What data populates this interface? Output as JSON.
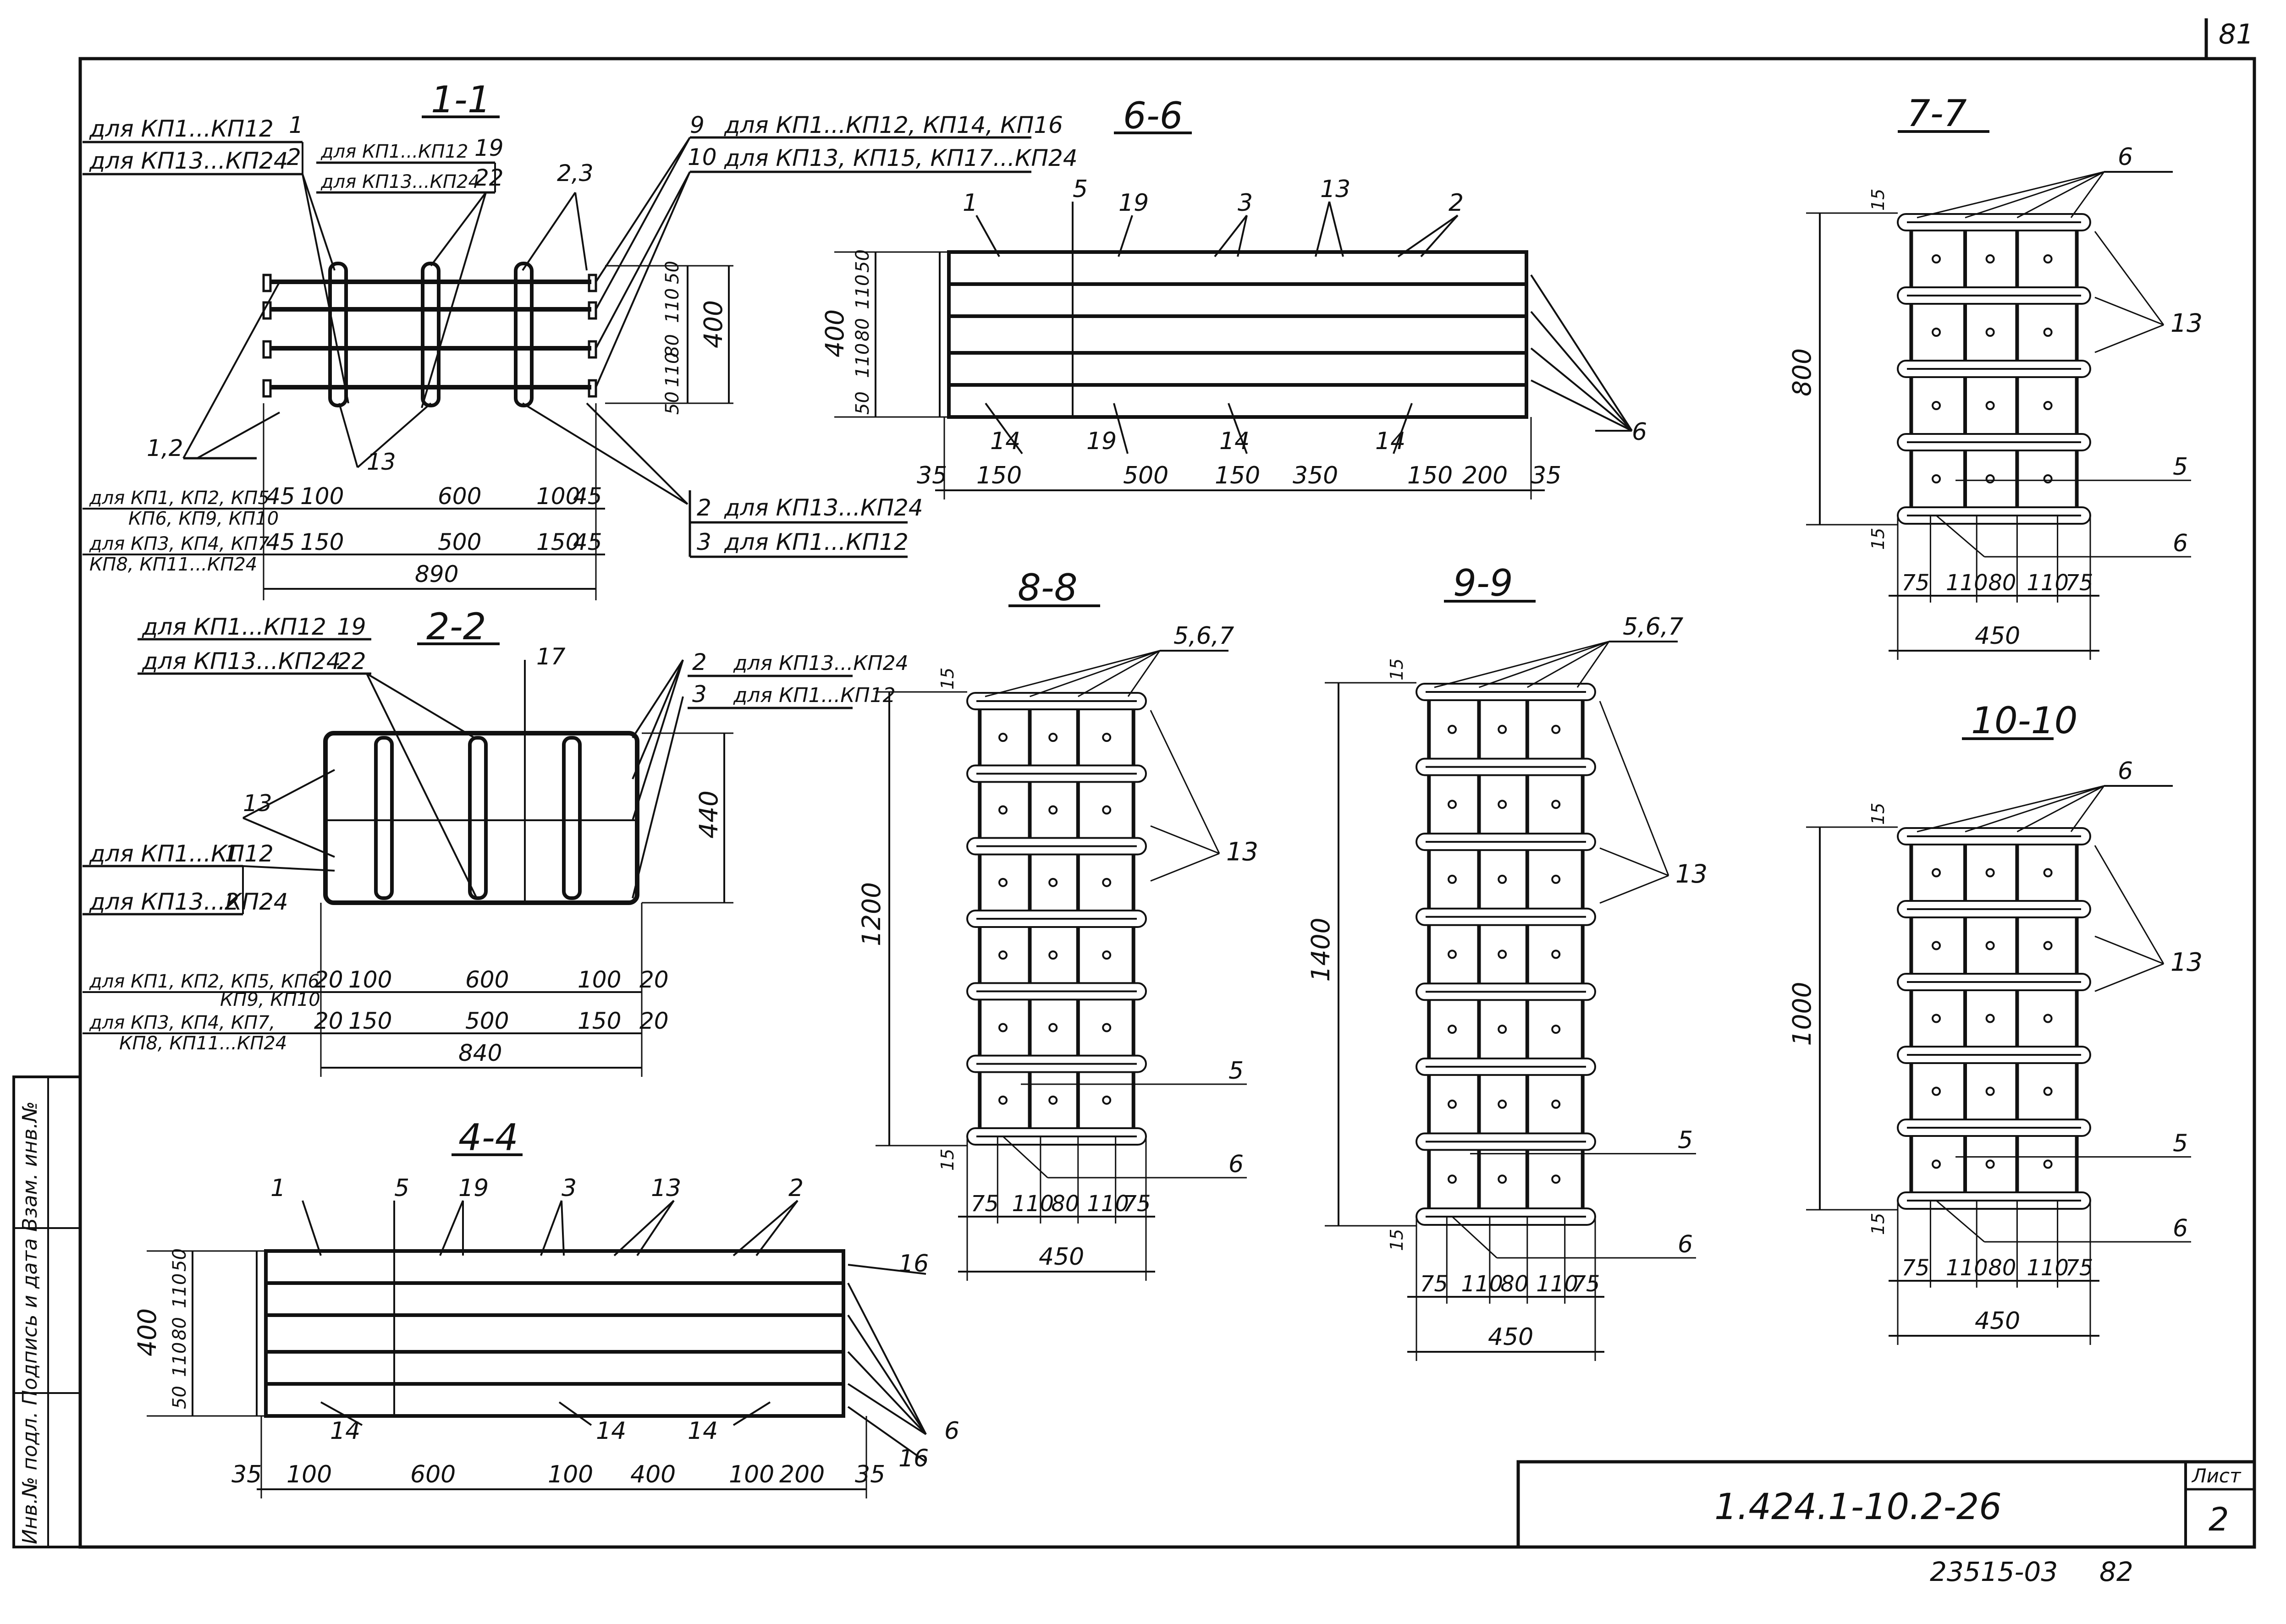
{
  "sheet": {
    "page_number": "81",
    "designation": "1.424.1-10.2-26",
    "sheet_label": "Лист",
    "sheet_number": "2",
    "archive_number": "23515-03",
    "archive_suffix": "82",
    "side_stamp": "Инв.№ подл. Подпись и дата Взам. инв.№"
  },
  "views": {
    "v11": {
      "title": "1-1",
      "labels": [
        "для КП1...КП12",
        "для КП13...КП24",
        "для КП1...КП12",
        "для КП13...КП24",
        "для КП1...КП12, КП14, КП16",
        "для КП13, КП15, КП17...КП24"
      ],
      "marks": [
        "1",
        "2",
        "19",
        "22",
        "2,3",
        "9",
        "10",
        "1,2",
        "13",
        "2",
        "3"
      ],
      "callout_2": "для КП13...КП24",
      "callout_3": "для КП1...КП12",
      "row_labels": [
        "для КП1, КП2, КП5",
        "КП6, КП9, КП10",
        "для КП3, КП4, КП7",
        "КП8, КП11...КП24"
      ],
      "dims_row1": [
        "45",
        "100",
        "600",
        "100",
        "45"
      ],
      "dims_row2": [
        "45",
        "150",
        "500",
        "150",
        "45"
      ],
      "total": "890",
      "vdims": [
        "50",
        "110",
        "80",
        "110",
        "50"
      ],
      "height": "400"
    },
    "v22": {
      "title": "2-2",
      "labels": [
        "для КП1...КП12",
        "для КП13...КП24",
        "для КП13...КП24",
        "для КП1...КП12",
        "для КП1...КП12",
        "для КП13...КП24"
      ],
      "marks": [
        "19",
        "22",
        "17",
        "2",
        "3",
        "13",
        "1",
        "2"
      ],
      "row_labels": [
        "для КП1, КП2, КП5, КП6",
        "КП9, КП10",
        "для КП3, КП4, КП7,",
        "КП8, КП11...КП24"
      ],
      "dims_row1": [
        "20",
        "100",
        "600",
        "100",
        "20"
      ],
      "dims_row2": [
        "20",
        "150",
        "500",
        "150",
        "20"
      ],
      "total": "840",
      "height": "440"
    },
    "v44": {
      "title": "4-4",
      "marks": [
        "1",
        "5",
        "19",
        "3",
        "13",
        "2",
        "16",
        "6",
        "16",
        "14",
        "14",
        "14"
      ],
      "vdims": [
        "50",
        "110",
        "80",
        "110",
        "50"
      ],
      "height": "400",
      "dims": [
        "35",
        "100",
        "600",
        "100",
        "400",
        "100",
        "200",
        "35"
      ]
    },
    "v66": {
      "title": "6-6",
      "marks": [
        "1",
        "5",
        "19",
        "3",
        "13",
        "2",
        "6",
        "14",
        "19",
        "14",
        "14"
      ],
      "vdims": [
        "50",
        "110",
        "80",
        "110",
        "50"
      ],
      "height": "400",
      "dims": [
        "35",
        "150",
        "500",
        "150",
        "350",
        "150",
        "200",
        "35"
      ]
    },
    "v77": {
      "title": "7-7",
      "marks": [
        "6",
        "13",
        "5",
        "6"
      ],
      "top": "15",
      "bottom": "15",
      "height": "800",
      "dims": [
        "75",
        "110",
        "80",
        "110",
        "75"
      ],
      "total": "450"
    },
    "v88": {
      "title": "8-8",
      "marks": [
        "5,6,7",
        "13",
        "5",
        "6"
      ],
      "top": "15",
      "bottom": "15",
      "height": "1200",
      "dims": [
        "75",
        "110",
        "80",
        "110",
        "75"
      ],
      "total": "450"
    },
    "v99": {
      "title": "9-9",
      "marks": [
        "5,6,7",
        "13",
        "5",
        "6"
      ],
      "top": "15",
      "bottom": "15",
      "height": "1400",
      "dims": [
        "75",
        "110",
        "80",
        "110",
        "75"
      ],
      "total": "450"
    },
    "v1010": {
      "title": "10-10",
      "marks": [
        "6",
        "13",
        "5",
        "6"
      ],
      "top": "15",
      "bottom": "15",
      "height": "1000",
      "dims": [
        "75",
        "110",
        "80",
        "110",
        "75"
      ],
      "total": "450"
    }
  }
}
